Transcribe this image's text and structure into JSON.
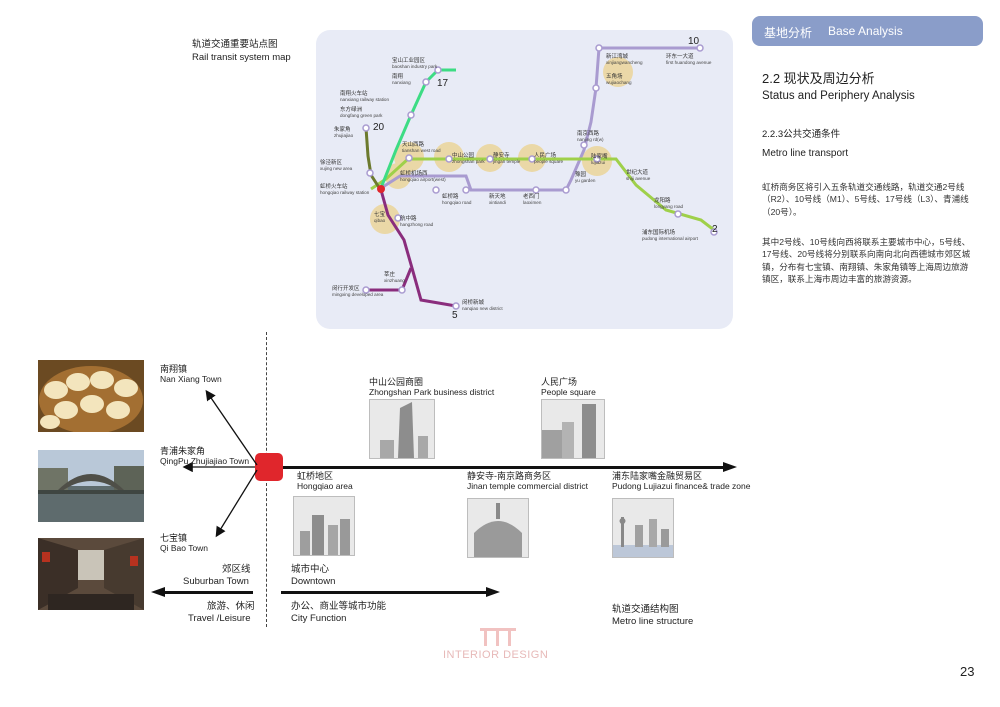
{
  "header": {
    "tag_zh": "基地分析",
    "tag_en": "Base Analysis"
  },
  "section": {
    "num_title": "2.2 现状及周边分析",
    "title_en": "Status and Periphery Analysis",
    "sub_zh": "2.2.3公共交通条件",
    "sub_en": "Metro line transport",
    "para1": "虹桥商务区将引入五条轨道交通线路，轨道交通2号线（R2）、10号线（M1）、5号线、17号线（L3）、青浦线（20号）。",
    "para2": "其中2号线、10号线向西将联系主要城市中心，5号线、17号线、20号线将分别联系向南向北向西德城市郊区城镇，分布有七宝镇、南翔镇、朱家角镇等上海周边旅游镇区，联系上海市周边丰富的旅游资源。"
  },
  "map": {
    "title_zh": "轨道交通重要站点图",
    "title_en": "Rail transit system map",
    "line_numbers": [
      "10",
      "17",
      "20",
      "2",
      "5"
    ],
    "stations": [
      {
        "zh": "宝山工业园区",
        "en": "baoshan industry park"
      },
      {
        "zh": "南翔",
        "en": "nanxiang"
      },
      {
        "zh": "南翔火车站",
        "en": "nanxiang railway station"
      },
      {
        "zh": "东方绿洲",
        "en": "dongfang green park"
      },
      {
        "zh": "朱家角",
        "en": "zhujiajiao"
      },
      {
        "zh": "天山西路",
        "en": "tianshan west road"
      },
      {
        "zh": "徐泾新区",
        "en": "xujing new area"
      },
      {
        "zh": "虹桥火车站",
        "en": "hongqiao railway station"
      },
      {
        "zh": "虹桥机场西",
        "en": "hongqiao airport(west)"
      },
      {
        "zh": "中山公园",
        "en": "zhongshan park"
      },
      {
        "zh": "静安寺",
        "en": "jingan temple"
      },
      {
        "zh": "人民广场",
        "en": "people square"
      },
      {
        "zh": "南京西路",
        "en": "nanjing rd(w)"
      },
      {
        "zh": "陆家嘴",
        "en": "lujiazui"
      },
      {
        "zh": "新江湾城",
        "en": "xinjiangwancheng"
      },
      {
        "zh": "五角场",
        "en": "wujiaochang"
      },
      {
        "zh": "环东一大道",
        "en": "first huandong avenue"
      },
      {
        "zh": "虹桥路",
        "en": "hongqiao road"
      },
      {
        "zh": "新天地",
        "en": "xintiandi"
      },
      {
        "zh": "老西门",
        "en": "laoximen"
      },
      {
        "zh": "豫园",
        "en": "yu garden"
      },
      {
        "zh": "世纪大道",
        "en": "shiji avenue"
      },
      {
        "zh": "龙阳路",
        "en": "longyang road"
      },
      {
        "zh": "浦东国际机场",
        "en": "pudong international airport"
      },
      {
        "zh": "七宝",
        "en": "qibao"
      },
      {
        "zh": "航中路",
        "en": "hangzhong road"
      },
      {
        "zh": "莘庄",
        "en": "xinzhuang"
      },
      {
        "zh": "闵行开发区",
        "en": "mingxing developed area"
      },
      {
        "zh": "闵桥新城",
        "en": "nanqiao new district"
      }
    ]
  },
  "diagram": {
    "towns": [
      {
        "zh": "南翔镇",
        "en": "Nan Xiang Town"
      },
      {
        "zh": "青浦朱家角",
        "en": "QingPu Zhujiajiao Town"
      },
      {
        "zh": "七宝镇",
        "en": "Qi Bao Town"
      }
    ],
    "districts": [
      {
        "zh": "中山公园商圈",
        "en": "Zhongshan Park business district"
      },
      {
        "zh": "人民广场",
        "en": "People square"
      },
      {
        "zh": "虹桥地区",
        "en": "Hongqiao area"
      },
      {
        "zh": "静安寺-南京路商务区",
        "en": "Jinan temple commercial district"
      },
      {
        "zh": "浦东陆家嘴金融贸易区",
        "en": "Pudong Lujiazui finance& trade zone"
      }
    ],
    "suburban_zh": "郊区线",
    "suburban_en": "Suburban Town",
    "downtown_zh": "城市中心",
    "downtown_en": "Downtown",
    "travel_zh": "旅游、休闲",
    "travel_en": "Travel /Leisure",
    "city_func_zh": "办公、商业等城市功能",
    "city_func_en": "City Function",
    "metro_struct_zh": "轨道交通结构图",
    "metro_struct_en": "Metro line structure"
  },
  "watermark": {
    "text": "INTERIOR DESIGN"
  },
  "page_number": "23",
  "colors": {
    "line2": "#9fd04a",
    "line10": "#a99bd0",
    "line17": "#3ddc84",
    "line20": "#6c7a2e",
    "line5": "#8a2d7d",
    "hub": "#e0262c",
    "station_halo": "#ebd59a"
  }
}
